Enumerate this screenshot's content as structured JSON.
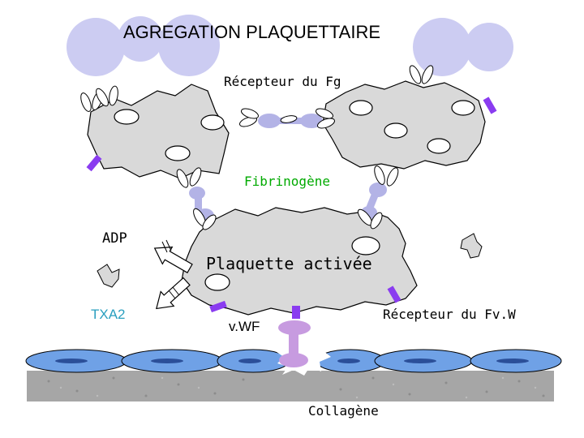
{
  "title": "AGREGATION PLAQUETTAIRE",
  "labels": {
    "fg_receptor": "Récepteur du Fg",
    "fibrinogen": "Fibrinogène",
    "adp": "ADP",
    "activated_platelet": "Plaquette activée",
    "txa2": "TXA2",
    "vwf_receptor": "Récepteur du Fv.W",
    "vwf": "v.WF",
    "collagen": "Collagène"
  },
  "colors": {
    "platelet_fill": "#d9d9d9",
    "receptor_purple": "#8a3cf0",
    "fibrinogen_lavender": "#b3b3e6",
    "background_circle": "#ccccf2",
    "endothelial_blue": "#6fa1e6",
    "subendothelium_grey": "#a6a6a6",
    "vwf_pink": "#c79be0",
    "fibrinogen_text": "#00aa00",
    "txa2_text": "#2a9fbf"
  }
}
